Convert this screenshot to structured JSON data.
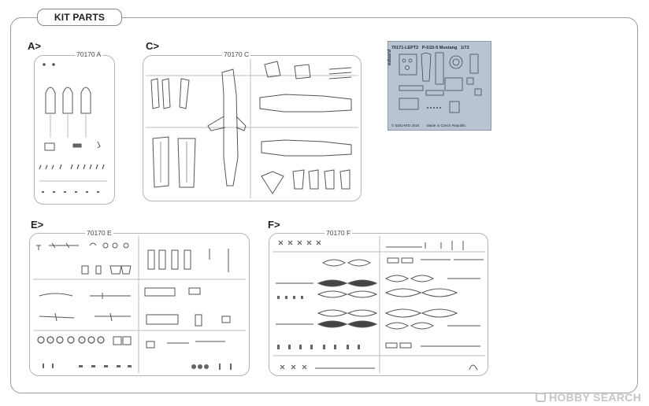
{
  "title": "KIT PARTS",
  "sections": {
    "a": {
      "label": "A>",
      "code": "70170 A"
    },
    "c": {
      "label": "C>",
      "code": "70170 C"
    },
    "e": {
      "label": "E>",
      "code": "70170 E"
    },
    "f": {
      "label": "F>",
      "code": "70170 F"
    }
  },
  "photo_etch": {
    "brand": "eduard",
    "part_no": "70171-LEPT2",
    "aircraft": "P-51D-5 Mustang",
    "scale": "1/72",
    "copyright": "© EDUARD 2024",
    "origin": "Made in Czech Republic",
    "color": "#b9c4d2"
  },
  "watermark": {
    "text": "HOBBY SEARCH"
  },
  "colors": {
    "sprue_outline": "#b4b4b4",
    "part_stroke": "#555555",
    "frame": "#9a9a9a"
  }
}
